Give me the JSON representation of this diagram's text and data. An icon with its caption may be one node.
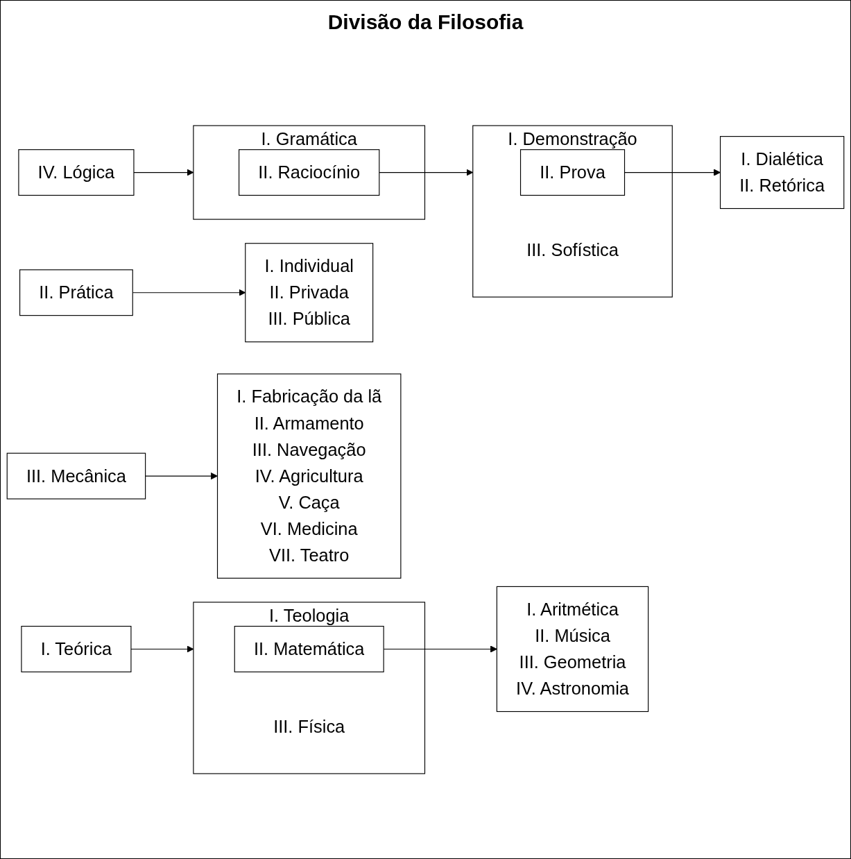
{
  "diagram": {
    "title": "Divisão da Filosofia",
    "nodes": [
      {
        "text": [
          "I. Teórica"
        ]
      },
      {
        "text": [
          "I. Teologia",
          "III. Física"
        ]
      },
      {
        "text": [
          "II. Matemática"
        ],
        "in": 1
      },
      {
        "text": [
          "I. Aritmética",
          "II. Música",
          "III. Geometria",
          "IV. Astronomia"
        ]
      },
      {
        "text": [
          "II. Prática"
        ]
      },
      {
        "text": [
          "I. Individual",
          "II. Privada",
          "III. Pública"
        ]
      },
      {
        "text": [
          "III. Mecânica"
        ]
      },
      {
        "text": [
          "I. Fabricação da lã",
          "II. Armamento",
          "III. Navegação",
          "IV. Agricultura",
          "V. Caça",
          "VI. Medicina",
          "VII. Teatro"
        ]
      },
      {
        "text": [
          "IV. Lógica"
        ]
      },
      {
        "text": [
          "I. Gramática"
        ]
      },
      {
        "text": [
          "II. Raciocínio"
        ],
        "in": 9
      },
      {
        "text": [
          "I. Demonstração",
          "III. Sofística"
        ]
      },
      {
        "text": [
          "II. Prova"
        ],
        "in": 11
      },
      {
        "text": [
          "I. Dialética",
          "II. Retórica"
        ]
      }
    ],
    "edges": [
      {
        "from": 0,
        "to": 1,
        "arrow": "to"
      },
      {
        "from": 2,
        "to": 3,
        "arrow": "to"
      },
      {
        "from": 4,
        "to": 5,
        "arrow": "to"
      },
      {
        "from": 6,
        "to": 7,
        "arrow": "to"
      },
      {
        "from": 8,
        "to": 9,
        "arrow": "to"
      },
      {
        "from": 10,
        "to": 11,
        "arrow": "to"
      },
      {
        "from": 12,
        "to": 13,
        "arrow": "to"
      }
    ]
  }
}
